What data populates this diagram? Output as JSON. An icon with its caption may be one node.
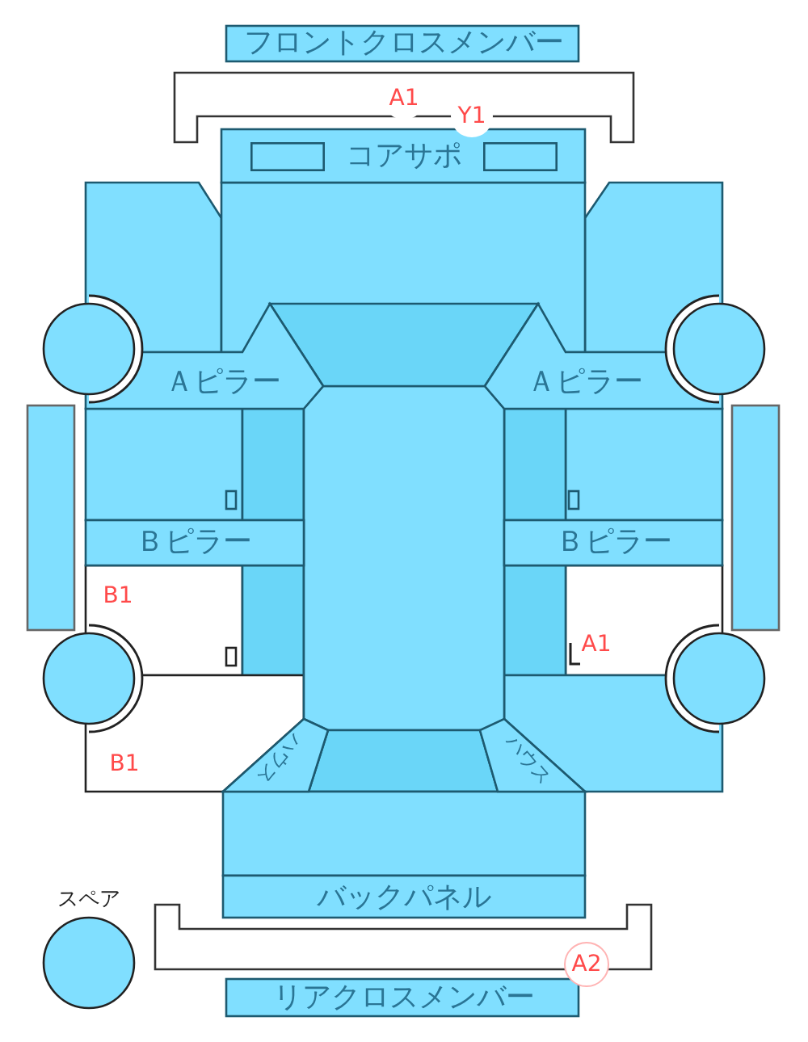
{
  "diagram": {
    "nodes": [
      {
        "text": [
          "フロントクロスメンバー"
        ]
      },
      {
        "text": [
          "コアサポ"
        ]
      },
      {
        "text": [
          "Ａピラー"
        ]
      },
      {
        "text": [
          "Ａピラー"
        ]
      },
      {
        "text": [
          "Ｂピラー"
        ]
      },
      {
        "text": [
          "Ｂピラー"
        ]
      },
      {
        "text": [
          "ハウス"
        ]
      },
      {
        "text": [
          "ハウス"
        ]
      },
      {
        "text": [
          "バックパネル"
        ]
      },
      {
        "text": [
          "リアクロスメンバー"
        ]
      },
      {
        "text": [],
        "shape": "circle",
        "beside": [
          "スペア"
        ]
      }
    ],
    "labels": [
      "A1",
      "Y1",
      "B1",
      "A1",
      "B1",
      "A2"
    ]
  }
}
